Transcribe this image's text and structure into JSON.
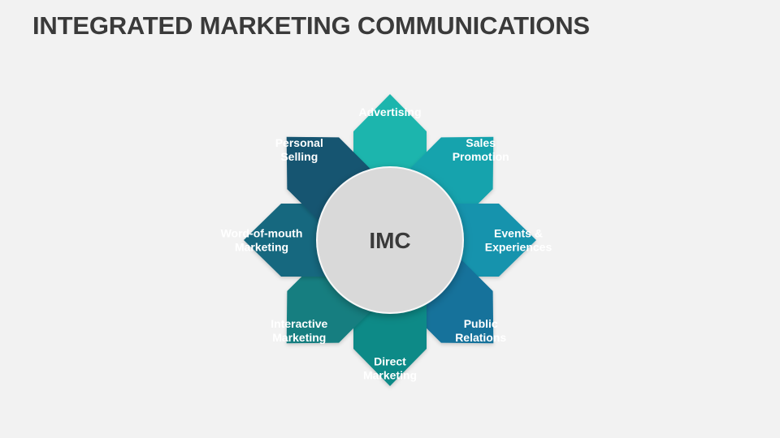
{
  "slide": {
    "title": "INTEGRATED MARKETING COMMUNICATIONS"
  },
  "hub": {
    "label": "IMC",
    "color": "#d9d9d9"
  },
  "petals": [
    {
      "name": "advertising",
      "lines": [
        "Advertising"
      ],
      "color": "#1fb5ad"
    },
    {
      "name": "sales-promotion",
      "lines": [
        "Sales",
        "Promotion"
      ],
      "color": "#17a3ad"
    },
    {
      "name": "events-experiences",
      "lines": [
        "Events &",
        "Experiences"
      ],
      "color": "#1693ad"
    },
    {
      "name": "public-relations",
      "lines": [
        "Public",
        "Relations"
      ],
      "color": "#12729b"
    },
    {
      "name": "direct-marketing",
      "lines": [
        "Direct",
        "Marketing"
      ],
      "color": "#0f8a87"
    },
    {
      "name": "interactive-marketing",
      "lines": [
        "Interactive",
        "Marketing"
      ],
      "color": "#137e80"
    },
    {
      "name": "word-of-mouth-marketing",
      "lines": [
        "Word-of-mouth",
        "Marketing"
      ],
      "color": "#14677f"
    },
    {
      "name": "personal-selling",
      "lines": [
        "Personal",
        "Selling"
      ],
      "color": "#125571"
    }
  ]
}
